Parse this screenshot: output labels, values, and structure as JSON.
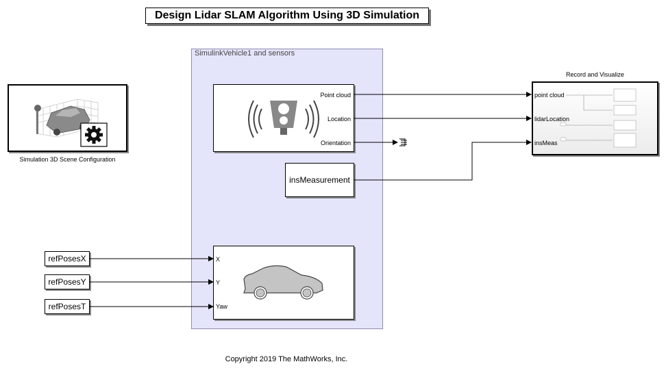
{
  "title": "Design Lidar SLAM Algorithm Using 3D Simulation",
  "subsystem": {
    "label": "SimulinkVehicle1 and sensors"
  },
  "scene_config": {
    "caption": "Simulation 3D Scene Configuration"
  },
  "lidar_block": {
    "ports": {
      "point_cloud": "Point cloud",
      "location": "Location",
      "orientation": "Orientation"
    }
  },
  "ins_block": {
    "label": "insMeasurement"
  },
  "vehicle_block": {
    "ports": {
      "x": "X",
      "y": "Y",
      "yaw": "Yaw"
    }
  },
  "ref_blocks": [
    "refPosesX",
    "refPosesY",
    "refPosesT"
  ],
  "record_block": {
    "label": "Record and Visualize",
    "ports": {
      "point_cloud": "point cloud",
      "lidar_location": "lidarLocation",
      "ins_meas": "insMeas"
    }
  },
  "copyright": "Copyright 2019 The MathWorks, Inc.",
  "colors": {
    "subsystem_fill": "#e4e4fb",
    "icon_gray": "#bdbdbd"
  }
}
